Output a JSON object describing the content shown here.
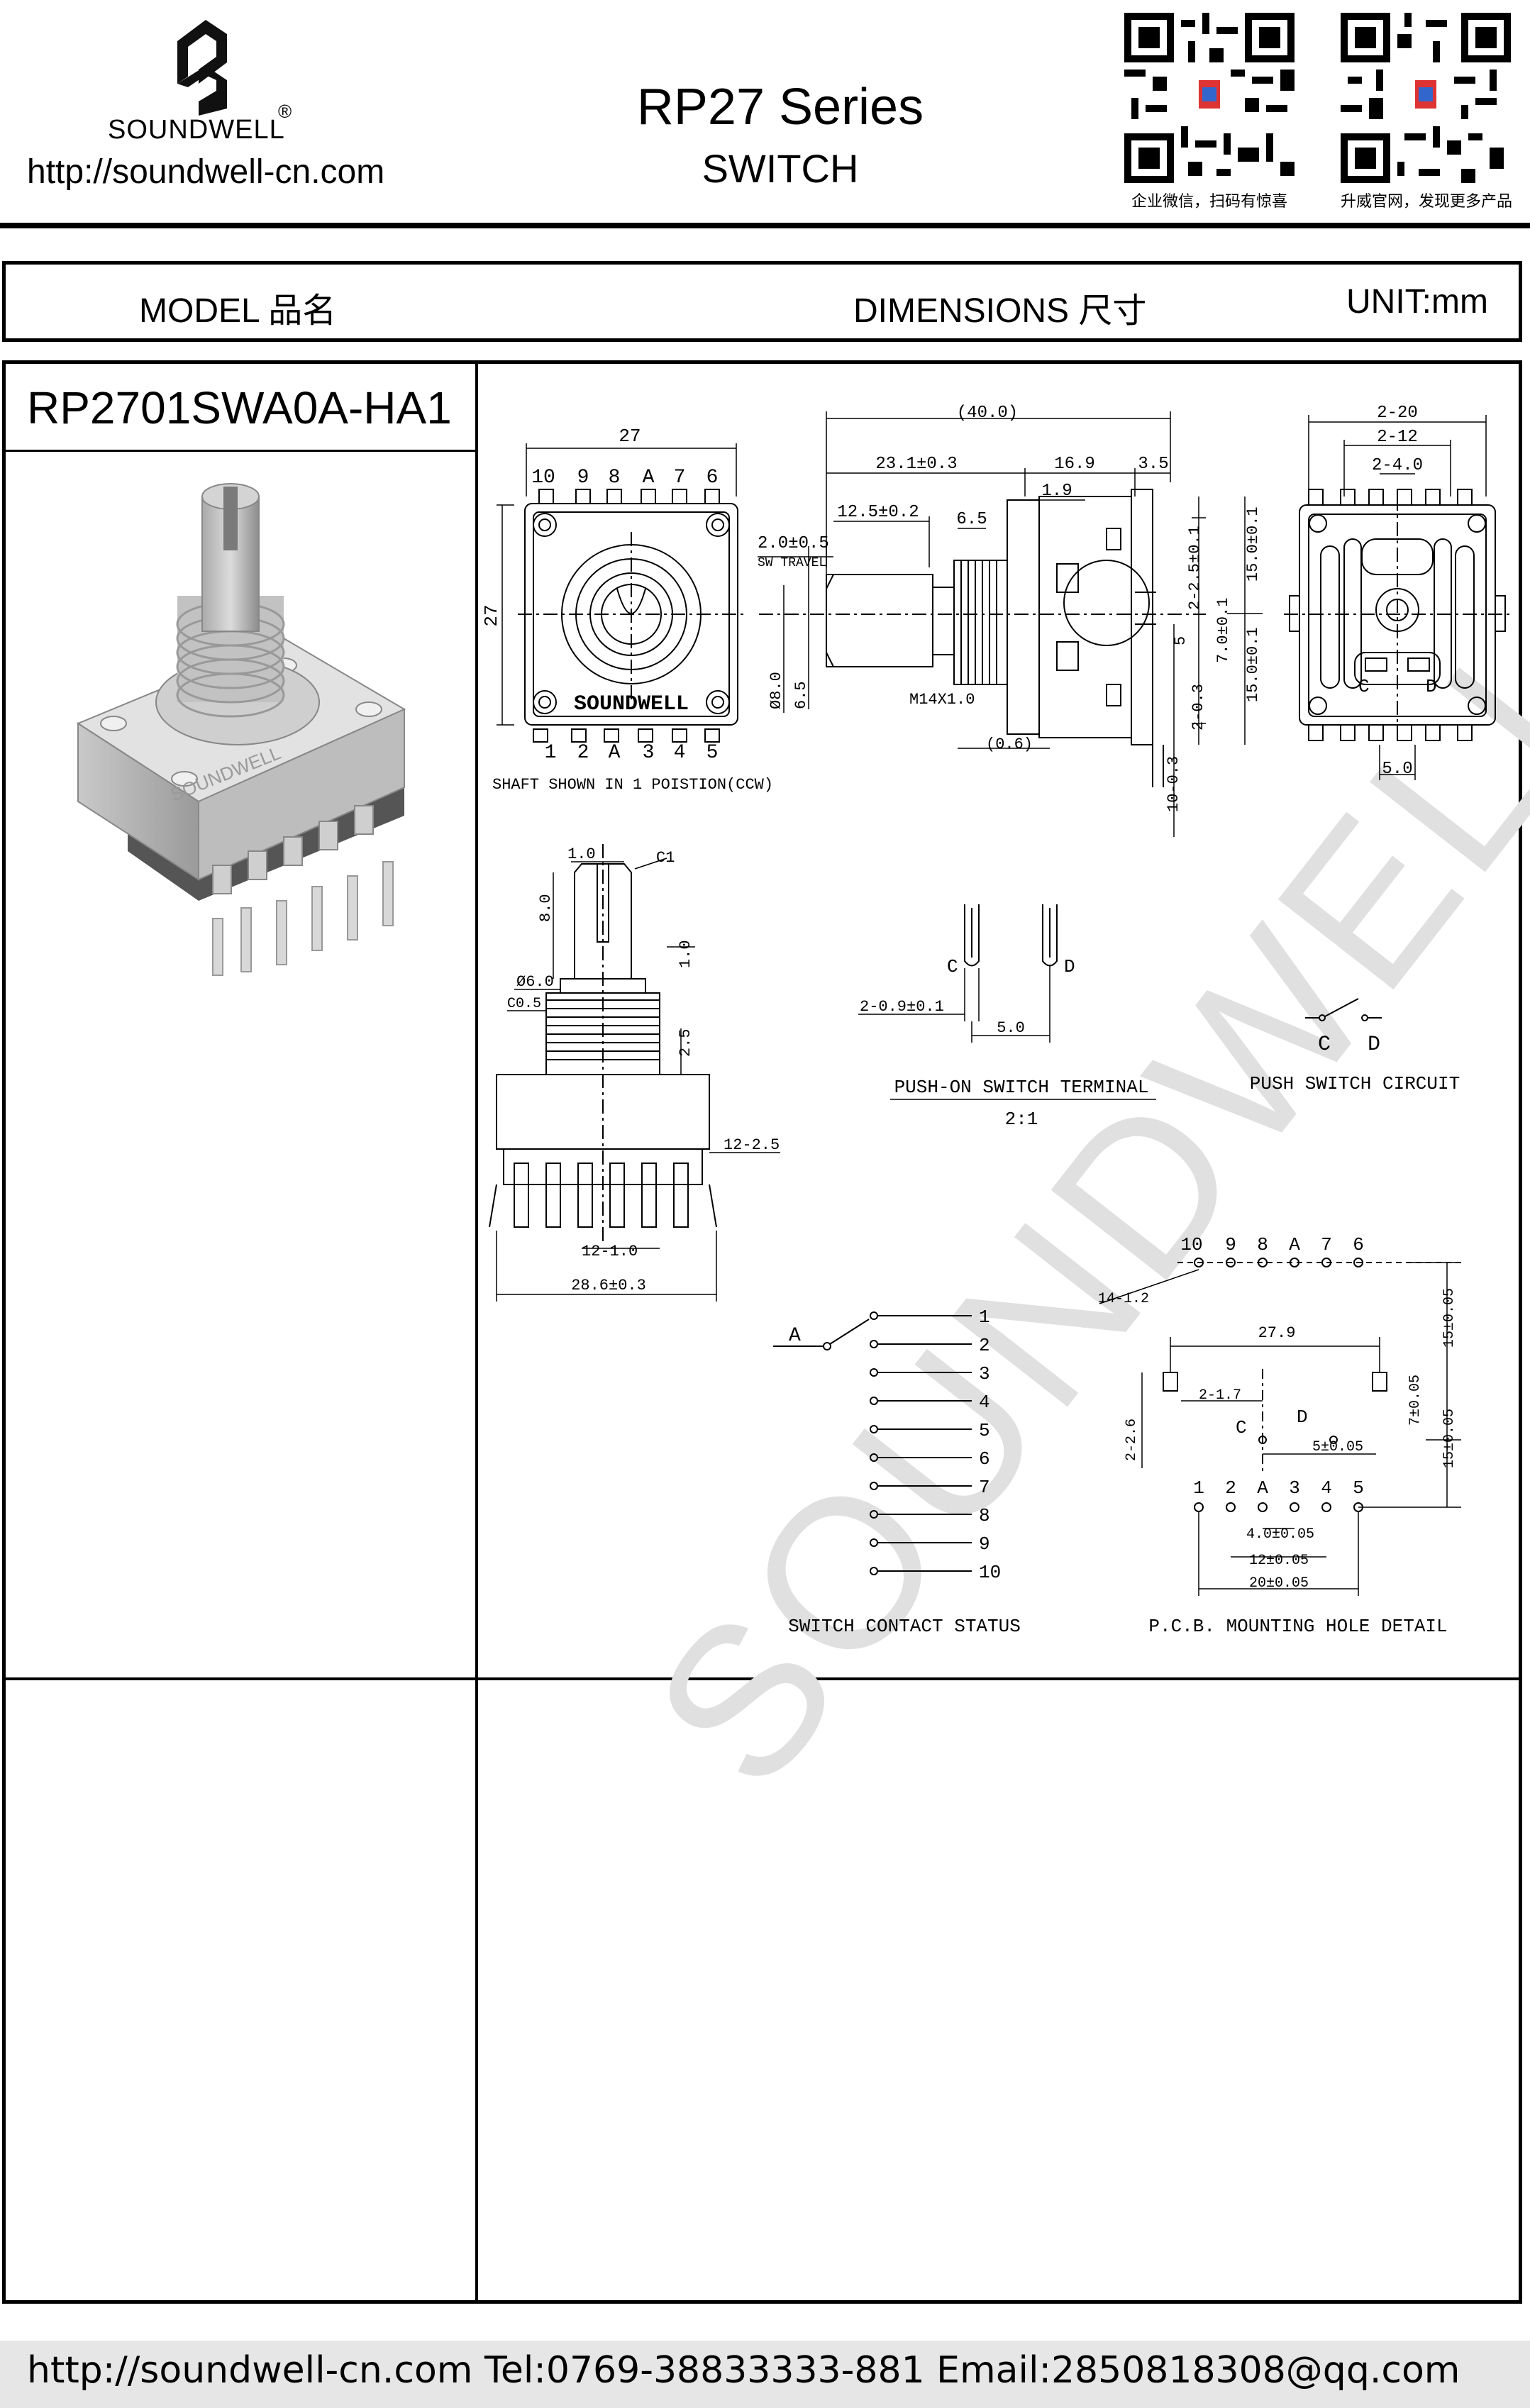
{
  "header": {
    "brand_name": "SOUNDWELL",
    "registered_mark": "®",
    "website": "http://soundwell-cn.com",
    "series_title": "RP27 Series",
    "series_subtitle": "SWITCH",
    "qr_left_caption": "企业微信，扫码有惊喜",
    "qr_right_caption": "升威官网，发现更多产品"
  },
  "title_bar": {
    "model_label": "MODEL 品名",
    "dimensions_label": "DIMENSIONS 尺寸",
    "unit_label": "UNIT:mm"
  },
  "model_number": "RP2701SWA0A-HA1",
  "product_image_label": "SOUNDWELL",
  "watermark": "SOUNDWELL",
  "front_view": {
    "width": "27",
    "height": "27",
    "top_pins": [
      "10",
      "9",
      "8",
      "A",
      "7",
      "6"
    ],
    "bottom_pins": [
      "1",
      "2",
      "A",
      "3",
      "4",
      "5"
    ],
    "brand": "SOUNDWELL",
    "caption": "SHAFT SHOWN IN 1 POISTION(CCW)"
  },
  "side_view": {
    "overall": "(40.0)",
    "d_23_1": "23.1±0.3",
    "d_16_9": "16.9",
    "d_3_5": "3.5",
    "d_1_9": "1.9",
    "d_12_5": "12.5±0.2",
    "d_6_5": "6.5",
    "d_2_0": "2.0±0.5",
    "sw_travel": "SW TRAVEL",
    "d_8_0": "Ø8.0",
    "d_6_5b": "6.5",
    "thread": "M14X1.0",
    "d_0_6": "(0.6)",
    "d_2_5": "2-2.5±0.1",
    "d_15_0a": "15.0±0.1",
    "d_15_0b": "15.0±0.1",
    "d_7_0": "7.0±0.1",
    "d_5": "5",
    "d_2_0_3": "2-0.3",
    "d_10_0_3": "10-0.3"
  },
  "rear_view": {
    "d_2_20": "2-20",
    "d_2_12": "2-12",
    "d_2_4": "2-4.0",
    "c": "C",
    "d": "D",
    "d_5_0": "5.0"
  },
  "shaft_detail": {
    "d_1_0": "1.0",
    "c1": "C1",
    "d_8_0": "8.0",
    "d_1_0b": "1.0",
    "d_6_0": "Ø6.0",
    "c0_5": "C0.5",
    "d_2_5": "2.5",
    "d_12_2_5": "12-2.5",
    "d_12_1_0": "12-1.0",
    "d_28_6": "28.6±0.3"
  },
  "push_terminal": {
    "c": "C",
    "d": "D",
    "d_2_0_9": "2-0.9±0.1",
    "d_5_0": "5.0",
    "caption": "PUSH-ON SWITCH TERMINAL",
    "scale": "2:1"
  },
  "push_circuit": {
    "c": "C",
    "d": "D",
    "caption": "PUSH SWITCH CIRCUIT"
  },
  "contact_status": {
    "common": "A",
    "contacts": [
      "1",
      "2",
      "3",
      "4",
      "5",
      "6",
      "7",
      "8",
      "9",
      "10"
    ],
    "caption": "SWITCH CONTACT STATUS"
  },
  "pcb": {
    "top_pins": [
      "10",
      "9",
      "8",
      "A",
      "7",
      "6"
    ],
    "bottom_pins": [
      "1",
      "2",
      "A",
      "3",
      "4",
      "5"
    ],
    "d_14": "14-1.2",
    "d_27_9": "27.9",
    "d_2_1_7": "2-1.7",
    "d_2_2_6": "2-2.6",
    "c": "C",
    "d": "D",
    "d_5_05": "5±0.05",
    "d_7_05": "7±0.05",
    "d_15_05a": "15±0.05",
    "d_15_05b": "15±0.05",
    "d_4_05": "4.0±0.05",
    "d_12_05": "12±0.05",
    "d_20_05": "20±0.05",
    "caption": "P.C.B.  MOUNTING  HOLE  DETAIL"
  },
  "footer": {
    "text": "http://soundwell-cn.com  Tel:0769-38833333-881  Email:2850818308@qq.com"
  }
}
